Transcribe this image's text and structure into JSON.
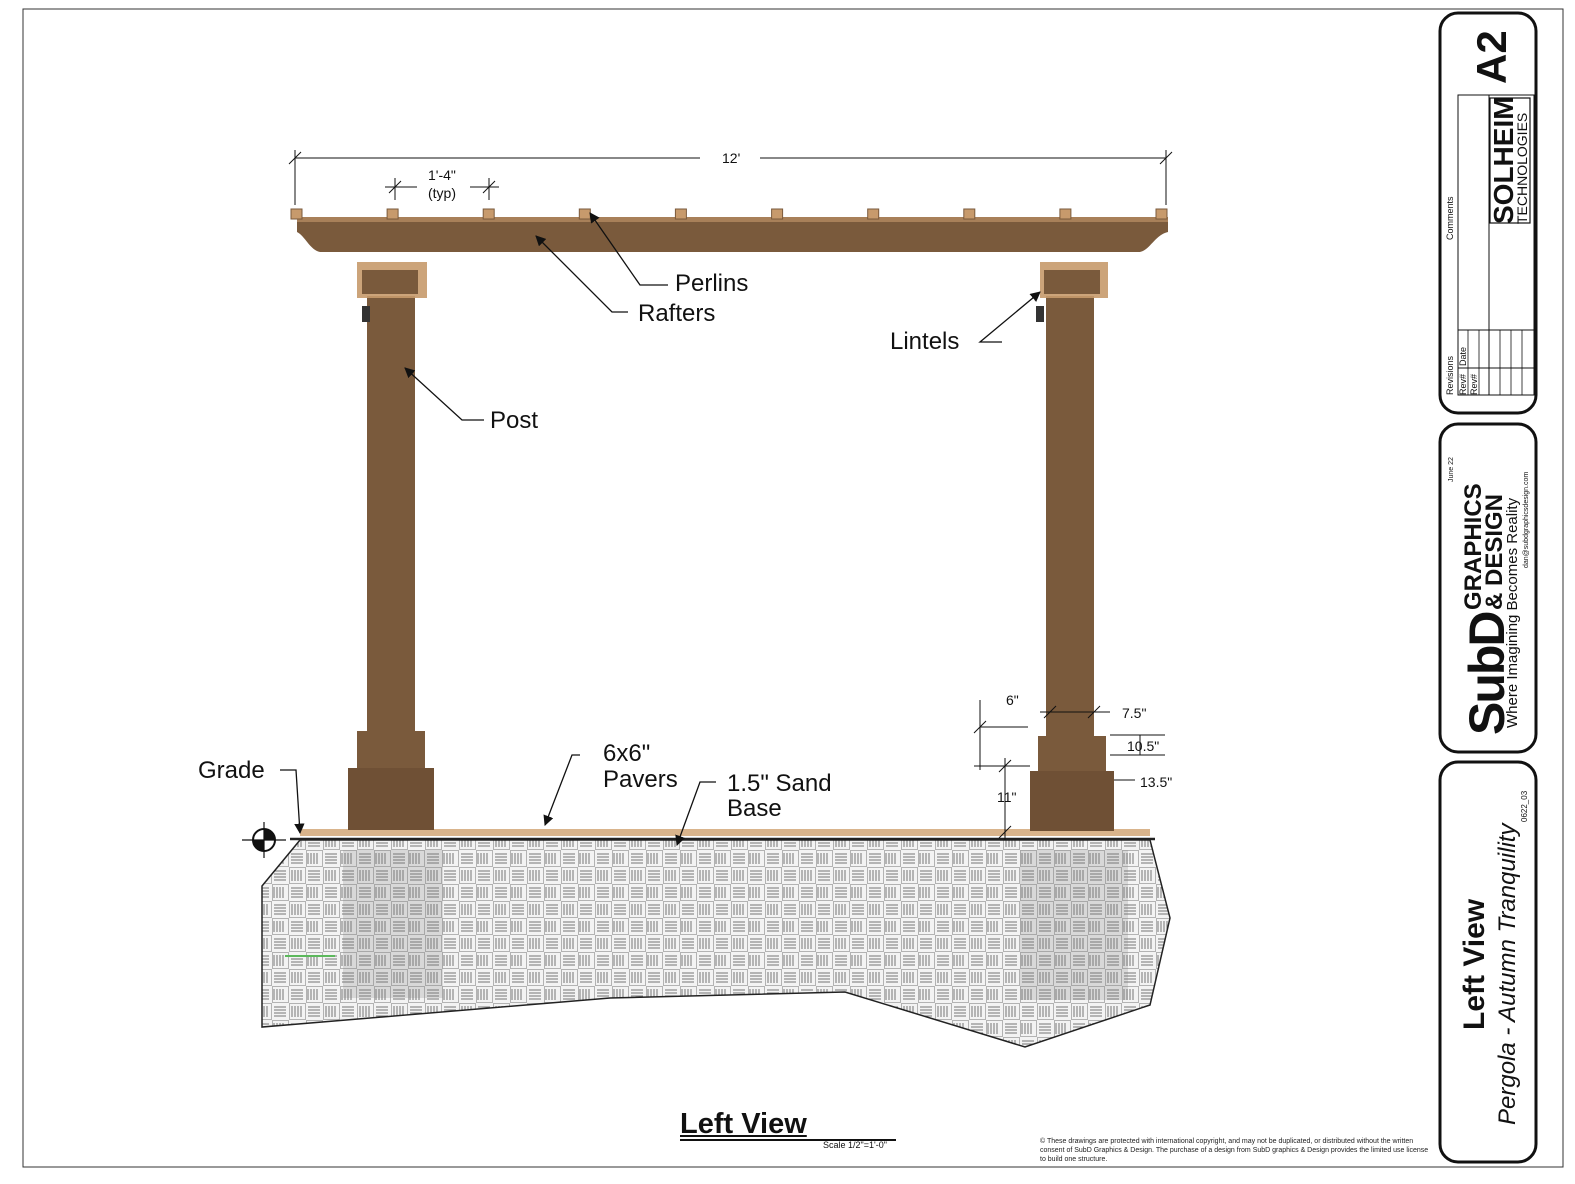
{
  "drawing": {
    "title": "Left View",
    "scale": "Scale 1/2\"=1'-0\""
  },
  "labels": {
    "perlins": "Perlins",
    "rafters": "Rafters",
    "lintels": "Lintels",
    "post": "Post",
    "grade": "Grade",
    "pavers_line1": "6x6\"",
    "pavers_line2": "Pavers",
    "sand_line1": "1.5\" Sand",
    "sand_line2": "Base"
  },
  "dimensions": {
    "overall_width": "12'",
    "perlin_spacing": "1'-4\"",
    "perlin_spacing_note": "(typ)",
    "base_6": "6\"",
    "post_7_5": "7.5\"",
    "base_10_5": "10.5\"",
    "base_13_5": "13.5\"",
    "base_11": "11\""
  },
  "title_block": {
    "sheet_number": "A2",
    "company_line1": "SOLHEIM",
    "company_line2": "TECHNOLOGIES",
    "comments_label": "Comments",
    "revisions_label": "Revisions",
    "rev_header": "Rev#",
    "date_header": "Date",
    "rev_row": "Rev#",
    "designer_logo": "SubD",
    "designer_line1": "GRAPHICS",
    "designer_line2": "& DESIGN",
    "tagline": "Where Imagining Becomes Reality",
    "date": "June 22",
    "email": "dan@subdgraphicsdesign.com",
    "view_title": "Left View",
    "project_title": "Pergola - Autumn Tranquility",
    "job_number": "0622_03"
  },
  "copyright": "© These drawings are protected with international copyright, and may not be duplicated, or distributed without the written consent of SubD Graphics & Design. The purchase of a design from SubD graphics & Design provides the limited use license to build one structure.",
  "colors": {
    "wood": "#7a5a3c",
    "wood_light": "#c79a6c",
    "paver_bg": "#f1f1f1",
    "line": "#111111"
  }
}
